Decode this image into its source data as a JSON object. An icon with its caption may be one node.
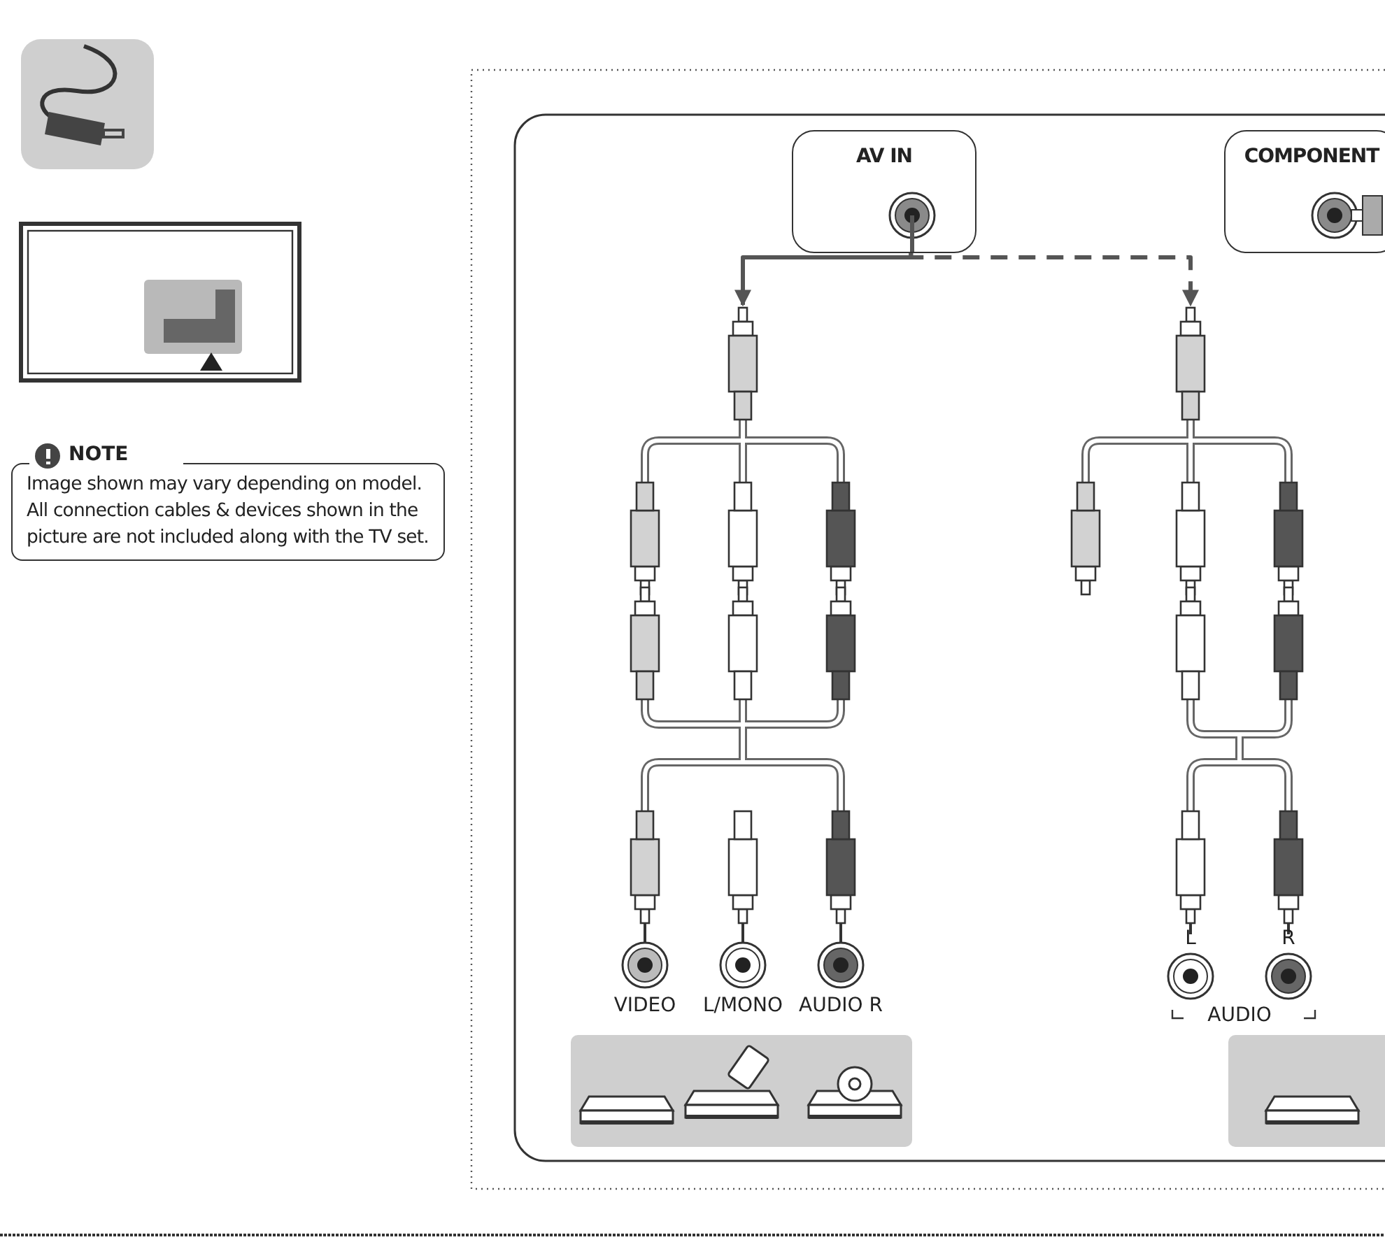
{
  "diagram": {
    "nodes": [
      {
        "text": [
          "NOTE",
          "Image shown may vary depending on model. All connection cables & devices shown in the picture are not included along with the TV set."
        ]
      },
      {
        "text": [
          "AV IN"
        ]
      },
      {
        "text": [
          "COMPONENT"
        ]
      },
      {
        "text": [],
        "shape": "plug"
      },
      {
        "text": [],
        "shape": "plug"
      }
    ],
    "edges": [
      {
        "from": 1,
        "to": 3,
        "arrow": "to"
      },
      {
        "from": 1,
        "to": 4,
        "arrow": "to",
        "style": "dashed"
      }
    ],
    "labels": [
      "VIDEO",
      "L/MONO",
      "AUDIO R",
      "L",
      "R",
      "AUDIO"
    ]
  }
}
